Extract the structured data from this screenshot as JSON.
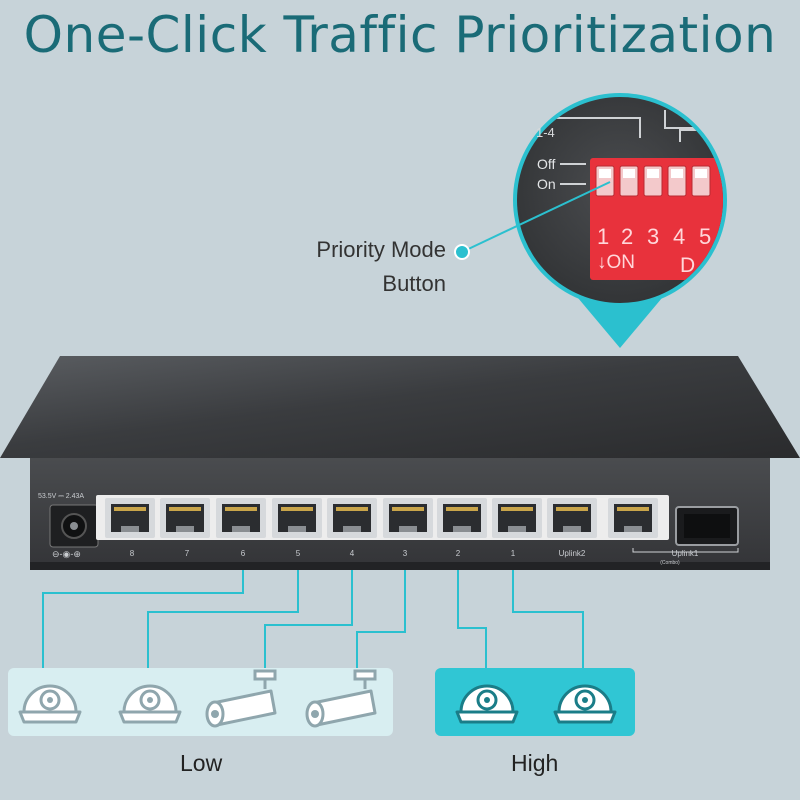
{
  "title": "One-Click Traffic Prioritization",
  "callout": {
    "line1": "Priority Mode",
    "line2": "Button"
  },
  "dip_panel": {
    "range_label": "1-4",
    "off_label": "Off",
    "on_label": "On",
    "switch_numbers": [
      "1",
      "2",
      "3",
      "4",
      "5"
    ],
    "on_marking": "↓ON",
    "partial_marking": "D"
  },
  "switch_device": {
    "power_rating": "53.5V ⎓ 2.43A",
    "port_labels": [
      "8",
      "7",
      "6",
      "5",
      "4",
      "3",
      "2",
      "1",
      "Uplink2"
    ],
    "sfp_label": "Uplink1",
    "sfp_sublabel": "(Combo)"
  },
  "groups": {
    "low_label": "Low",
    "high_label": "High"
  },
  "cameras": [
    {
      "type": "dome-camera-icon",
      "priority": "low"
    },
    {
      "type": "dome-camera-icon",
      "priority": "low"
    },
    {
      "type": "bullet-camera-icon",
      "priority": "low"
    },
    {
      "type": "bullet-camera-icon",
      "priority": "low"
    },
    {
      "type": "dome-camera-icon",
      "priority": "high"
    },
    {
      "type": "dome-camera-icon",
      "priority": "high"
    }
  ],
  "colors": {
    "title": "#1a6b77",
    "accent": "#2bc0cf",
    "low_panel": "#d8eef1",
    "high_panel": "#30c6d4",
    "dip_red": "#e8323c"
  }
}
